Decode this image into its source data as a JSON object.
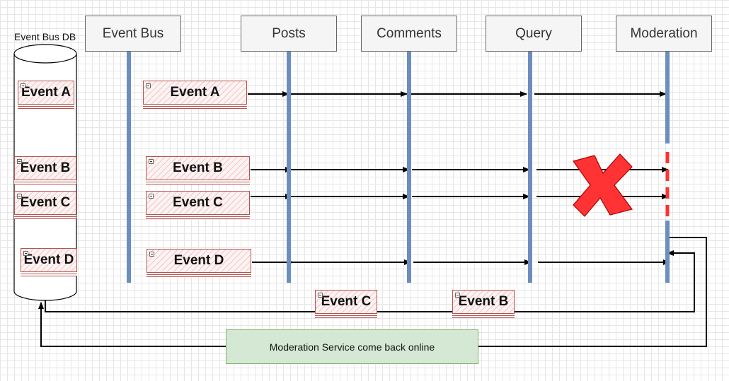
{
  "database": {
    "label": "Event Bus DB"
  },
  "lanes": [
    "Event Bus",
    "Posts",
    "Comments",
    "Query",
    "Moderation"
  ],
  "db_events": [
    "Event A",
    "Event B",
    "Event C",
    "Event D"
  ],
  "bus_events": [
    "Event A",
    "Event B",
    "Event C",
    "Event D"
  ],
  "replay_events": [
    "Event C",
    "Event B"
  ],
  "failure_mark": "X",
  "note": "Moderation Service come back online",
  "colors": {
    "lifeline": "#6c8ebf",
    "event_border": "#b85450",
    "failure": "#ff3333",
    "note_fill": "#d5e8d4",
    "note_border": "#82b366"
  }
}
